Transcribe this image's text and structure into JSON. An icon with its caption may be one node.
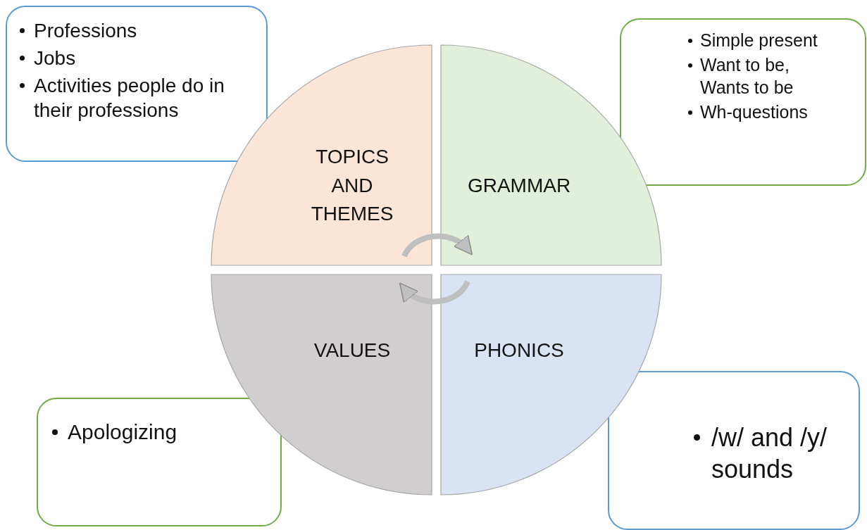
{
  "diagram": {
    "nodes": [
      {
        "text": [
          "Professions",
          "Jobs",
          "Activities people do in their professions"
        ]
      },
      {
        "text": [
          "Simple present",
          "Want to be, Wants to be",
          "Wh-questions"
        ]
      },
      {
        "text": [
          "TOPICS AND THEMES"
        ]
      },
      {
        "text": [
          "GRAMMAR"
        ]
      },
      {
        "text": [
          "VALUES"
        ]
      },
      {
        "text": [
          "PHONICS"
        ]
      },
      {
        "text": [
          "Apologizing"
        ]
      },
      {
        "text": [
          "/w/ and /y/ sounds"
        ]
      }
    ],
    "edges": [
      {
        "from": 2,
        "to": 3,
        "arrow": "to"
      },
      {
        "from": 5,
        "to": 4,
        "arrow": "to"
      }
    ]
  }
}
